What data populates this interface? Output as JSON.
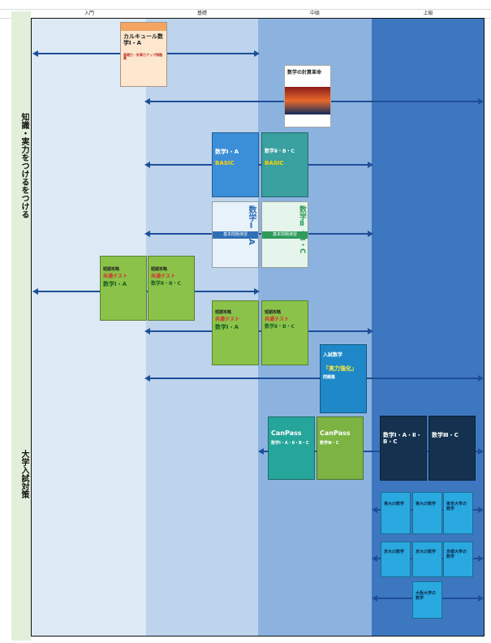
{
  "levels": [
    "入門",
    "基礎",
    "中級",
    "上級"
  ],
  "sections": {
    "knowledge": "知識・実力をつけるをつける",
    "exam": "大学入試対策"
  },
  "books": {
    "calculus": {
      "title": "カルキュール数学Ⅰ・A",
      "subtitle": "基礎力・計算力アップ問題集"
    },
    "revolution": {
      "title": "数学の計算革命"
    },
    "basic1a": {
      "title": "数学Ⅰ・A",
      "tag": "BASIC"
    },
    "basic2bc": {
      "title": "数学Ⅱ・B・C",
      "tag": "BASIC"
    },
    "kihon1a": {
      "title": "数学Ⅰ・A",
      "band": "基本問題演習"
    },
    "kihon2bc": {
      "title": "数学Ⅱ・B・C",
      "band": "基本問題演習"
    },
    "shortcut1a": {
      "top": "短期攻略",
      "mid": "共通テスト",
      "title": "数学Ⅰ・A"
    },
    "shortcut2bc": {
      "top": "短期攻略",
      "mid": "共通テスト",
      "title": "数学Ⅱ・B・C"
    },
    "practice1a": {
      "top": "短期攻略",
      "mid": "共通テスト",
      "title": "数学Ⅰ・A"
    },
    "practice2bc": {
      "top": "短期攻略",
      "mid": "共通テスト",
      "title": "数学Ⅱ・B・C"
    },
    "nyushi": {
      "top": "入試数学",
      "title": "「実力強化」",
      "sub": "問題集"
    },
    "canpass1": {
      "brand": "CanPass",
      "title": "数学Ⅰ・A・Ⅱ・B・C"
    },
    "canpass2": {
      "brand": "CanPass",
      "title": "数学Ⅲ・C"
    },
    "highlevel1": {
      "title": "数学Ⅰ・A・Ⅱ・B・C"
    },
    "highlevel2": {
      "title": "数学Ⅲ・C"
    },
    "todai1": {
      "title": "東大の数学"
    },
    "todai2": {
      "title": "東大の数学"
    },
    "todai3": {
      "title": "東京大学の数学"
    },
    "kyodai1": {
      "title": "京大の数学"
    },
    "kyodai2": {
      "title": "京大の数学"
    },
    "kyodai3": {
      "title": "京都大学の数学"
    },
    "osaka": {
      "title": "大阪大学の数学"
    }
  }
}
